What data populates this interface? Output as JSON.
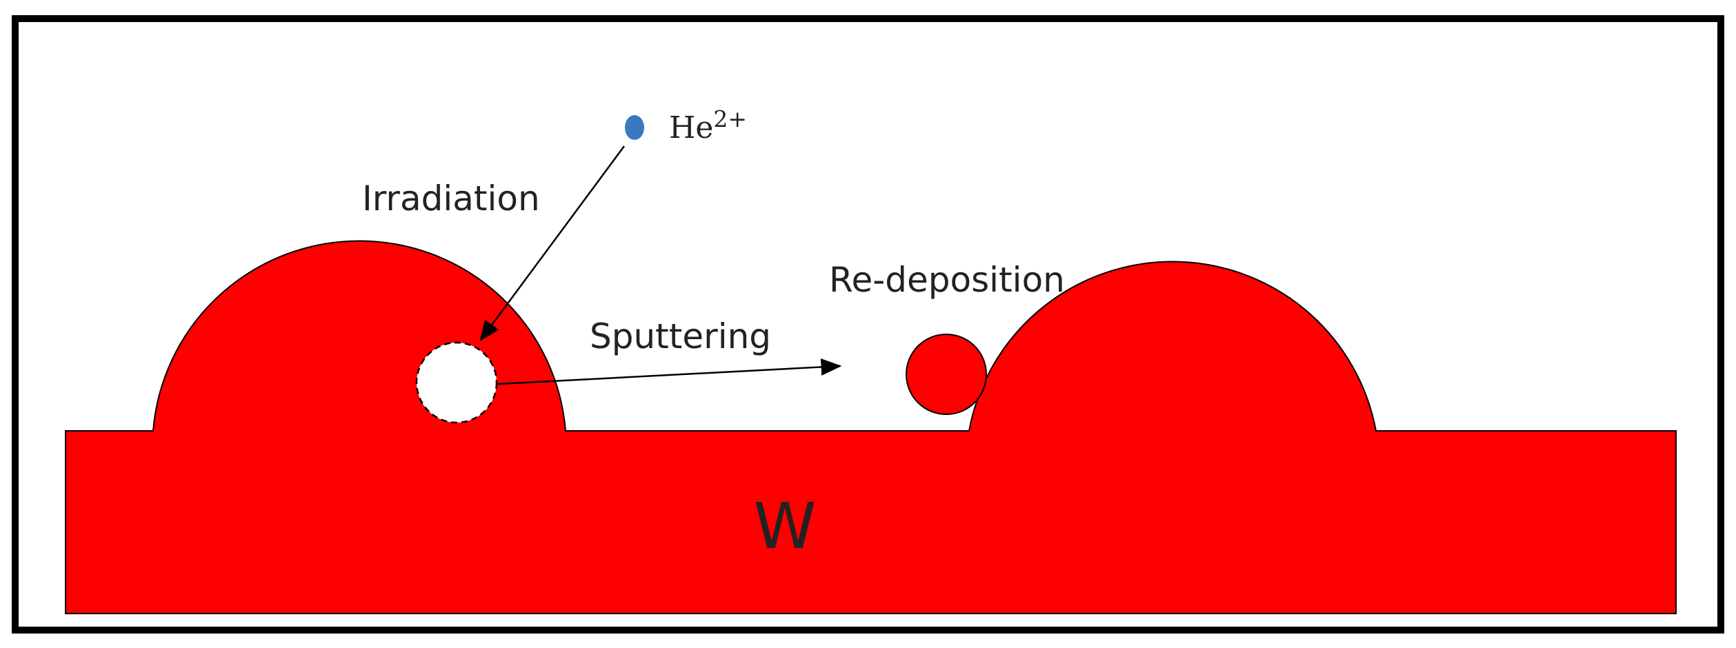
{
  "labels": {
    "ion_base": "He",
    "ion_charge": "2+",
    "irradiation": "Irradiation",
    "sputtering": "Sputtering",
    "redeposition": "Re-deposition",
    "material": "W"
  },
  "colors": {
    "material": "#ff0000",
    "ion": "#3a78c0",
    "outline": "#000000",
    "text": "#222222",
    "background": "#ffffff"
  }
}
